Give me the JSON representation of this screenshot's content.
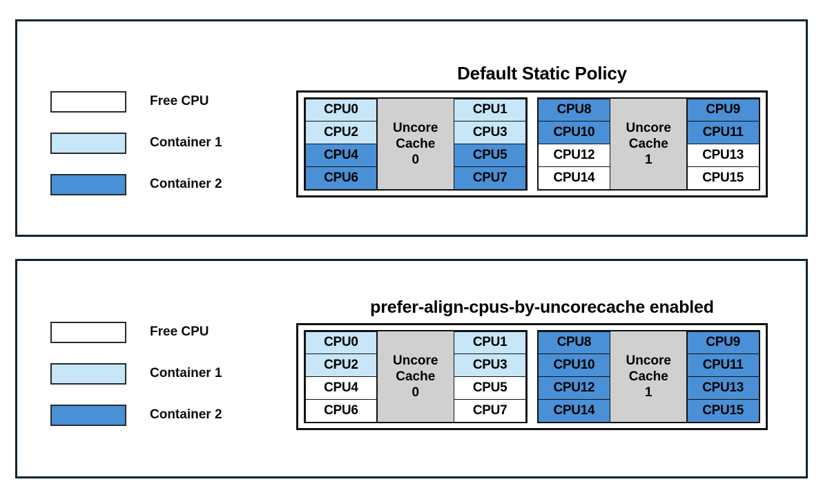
{
  "colors": {
    "free_cpu": "#ffffff",
    "container_1": "#c7e6f7",
    "container_2": "#4a90d6",
    "uncore_cache": "#d0d0d0",
    "panel_border": "#0b2433",
    "cell_border": "#111111",
    "text": "#000000"
  },
  "legend_definition": {
    "free": "Free CPU",
    "c1": "Container 1",
    "c2": "Container 2"
  },
  "panels": [
    {
      "id": "default-static-policy",
      "title": "Default Static Policy",
      "legend": [
        {
          "label": "Free CPU",
          "fill": "#ffffff"
        },
        {
          "label": "Container 1",
          "fill": "#c7e6f7"
        },
        {
          "label": "Container 2",
          "fill": "#4a90d6"
        }
      ],
      "sockets": [
        {
          "cache_label_line1": "Uncore",
          "cache_label_line2": "Cache",
          "cache_label_line3": "0",
          "left_column": [
            {
              "label": "CPU0",
              "state": "container-1",
              "fill": "#c7e6f7"
            },
            {
              "label": "CPU2",
              "state": "container-1",
              "fill": "#c7e6f7"
            },
            {
              "label": "CPU4",
              "state": "container-2",
              "fill": "#4a90d6"
            },
            {
              "label": "CPU6",
              "state": "container-2",
              "fill": "#4a90d6"
            }
          ],
          "right_column": [
            {
              "label": "CPU1",
              "state": "container-1",
              "fill": "#c7e6f7"
            },
            {
              "label": "CPU3",
              "state": "container-1",
              "fill": "#c7e6f7"
            },
            {
              "label": "CPU5",
              "state": "container-2",
              "fill": "#4a90d6"
            },
            {
              "label": "CPU7",
              "state": "container-2",
              "fill": "#4a90d6"
            }
          ]
        },
        {
          "cache_label_line1": "Uncore",
          "cache_label_line2": "Cache",
          "cache_label_line3": "1",
          "left_column": [
            {
              "label": "CPU8",
              "state": "container-2",
              "fill": "#4a90d6"
            },
            {
              "label": "CPU10",
              "state": "container-2",
              "fill": "#4a90d6"
            },
            {
              "label": "CPU12",
              "state": "free",
              "fill": "#ffffff"
            },
            {
              "label": "CPU14",
              "state": "free",
              "fill": "#ffffff"
            }
          ],
          "right_column": [
            {
              "label": "CPU9",
              "state": "container-2",
              "fill": "#4a90d6"
            },
            {
              "label": "CPU11",
              "state": "container-2",
              "fill": "#4a90d6"
            },
            {
              "label": "CPU13",
              "state": "free",
              "fill": "#ffffff"
            },
            {
              "label": "CPU15",
              "state": "free",
              "fill": "#ffffff"
            }
          ]
        }
      ]
    },
    {
      "id": "prefer-align-cpus-by-uncorecache",
      "title": "prefer-align-cpus-by-uncorecache enabled",
      "legend": [
        {
          "label": "Free CPU",
          "fill": "#ffffff"
        },
        {
          "label": "Container 1",
          "fill": "#c7e6f7"
        },
        {
          "label": "Container 2",
          "fill": "#4a90d6"
        }
      ],
      "sockets": [
        {
          "cache_label_line1": "Uncore",
          "cache_label_line2": "Cache",
          "cache_label_line3": "0",
          "left_column": [
            {
              "label": "CPU0",
              "state": "container-1",
              "fill": "#c7e6f7"
            },
            {
              "label": "CPU2",
              "state": "container-1",
              "fill": "#c7e6f7"
            },
            {
              "label": "CPU4",
              "state": "free",
              "fill": "#ffffff"
            },
            {
              "label": "CPU6",
              "state": "free",
              "fill": "#ffffff"
            }
          ],
          "right_column": [
            {
              "label": "CPU1",
              "state": "container-1",
              "fill": "#c7e6f7"
            },
            {
              "label": "CPU3",
              "state": "container-1",
              "fill": "#c7e6f7"
            },
            {
              "label": "CPU5",
              "state": "free",
              "fill": "#ffffff"
            },
            {
              "label": "CPU7",
              "state": "free",
              "fill": "#ffffff"
            }
          ]
        },
        {
          "cache_label_line1": "Uncore",
          "cache_label_line2": "Cache",
          "cache_label_line3": "1",
          "left_column": [
            {
              "label": "CPU8",
              "state": "container-2",
              "fill": "#4a90d6"
            },
            {
              "label": "CPU10",
              "state": "container-2",
              "fill": "#4a90d6"
            },
            {
              "label": "CPU12",
              "state": "container-2",
              "fill": "#4a90d6"
            },
            {
              "label": "CPU14",
              "state": "container-2",
              "fill": "#4a90d6"
            }
          ],
          "right_column": [
            {
              "label": "CPU9",
              "state": "container-2",
              "fill": "#4a90d6"
            },
            {
              "label": "CPU11",
              "state": "container-2",
              "fill": "#4a90d6"
            },
            {
              "label": "CPU13",
              "state": "container-2",
              "fill": "#4a90d6"
            },
            {
              "label": "CPU15",
              "state": "container-2",
              "fill": "#4a90d6"
            }
          ]
        }
      ]
    }
  ]
}
